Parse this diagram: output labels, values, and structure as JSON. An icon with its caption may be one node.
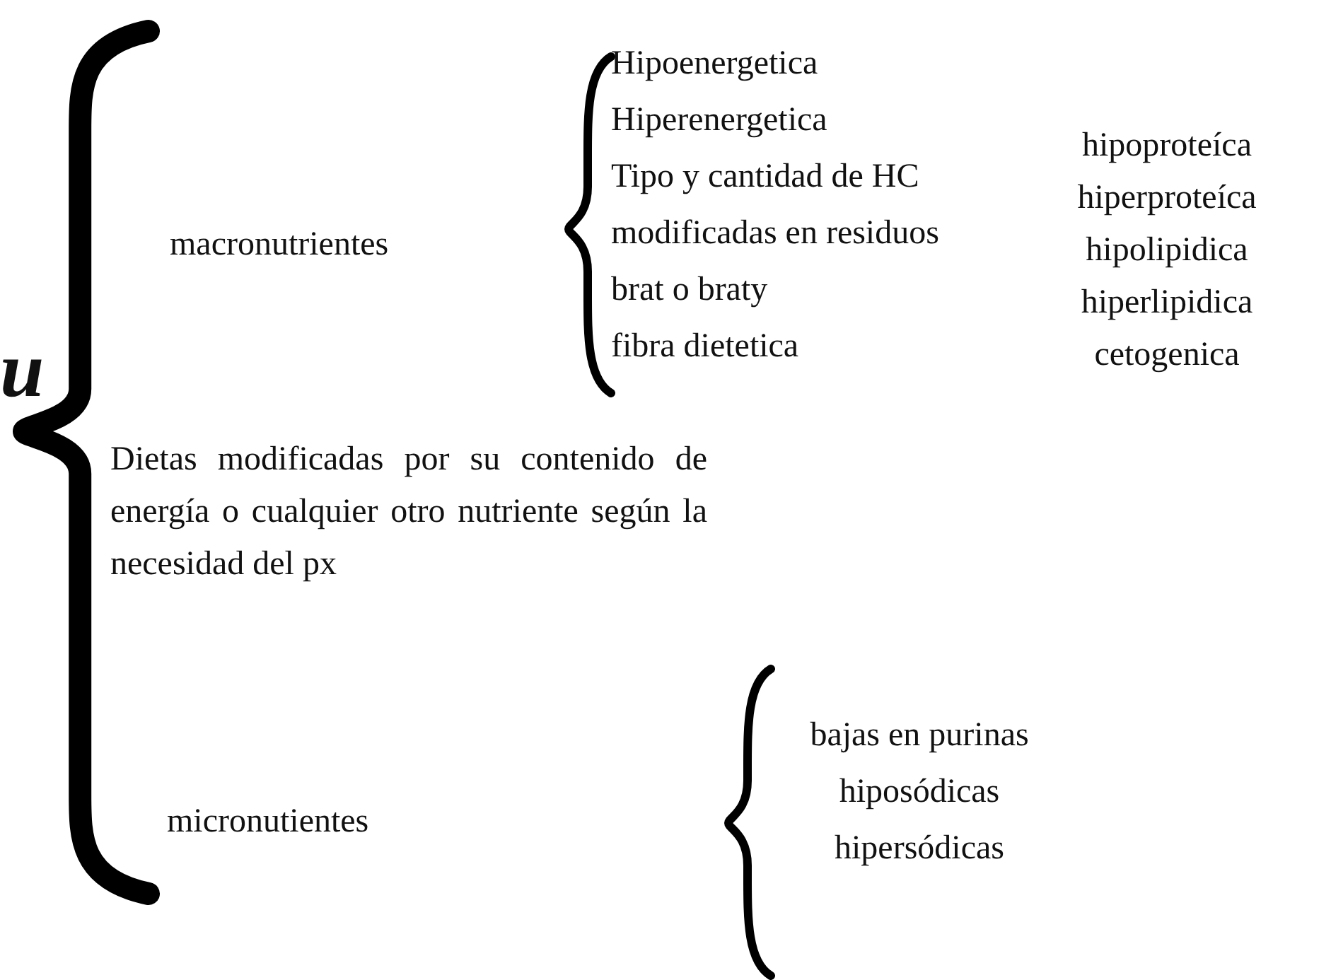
{
  "diagram": {
    "labels": [
      "u",
      "macronutrientes",
      "Hipoenergetica",
      "Hiperenergetica",
      "Tipo y cantidad de HC",
      "modificadas en residuos",
      "brat o braty",
      "fibra dietetica",
      "hipoproteíca",
      "hiperproteíca",
      "hipolipidica",
      "hiperlipidica",
      "cetogenica",
      "Dietas modificadas por su contenido de energía o cualquier otro nutriente según la necesidad del px",
      "micronutientes",
      "bajas en purinas",
      "hiposódicas",
      "hipersódicas"
    ]
  }
}
